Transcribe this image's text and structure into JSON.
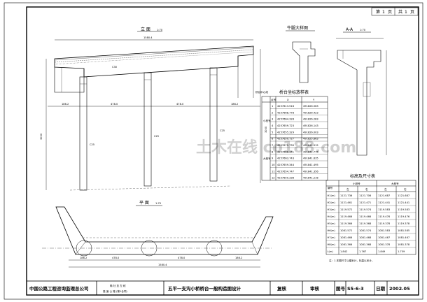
{
  "page_counter": {
    "label_page": "第",
    "page_no": "1",
    "label_page_unit": "页",
    "label_total": "共",
    "total_no": "1",
    "label_total_unit": "页"
  },
  "views": {
    "elevation": {
      "title": "立 面",
      "scale": "1:70",
      "total_length": "1580.4",
      "segment": "478.0",
      "left_end": "186.2",
      "right_end": "186.2",
      "height": "3000",
      "concrete_cap": "C30",
      "concrete_pier": "C25",
      "note_mark": "桥台中心线"
    },
    "abutment_side": {
      "title": "牛腿大样图"
    },
    "section_aa": {
      "title": "A-A",
      "scale": "1:70"
    },
    "plan": {
      "title": "平 面",
      "scale": "1:70",
      "total_length": "1580.4",
      "segment": "478.0",
      "left_end": "186.2",
      "right_end": "186.2"
    }
  },
  "coord_table": {
    "title": "桥台坐标放样表",
    "headers": [
      "点号",
      "X",
      "Y"
    ],
    "group_labels": [
      "小桩号",
      "大桩号"
    ],
    "rows": [
      [
        "1",
        "4257613.516",
        "491826.563"
      ],
      [
        "2",
        "4257668.778",
        "491826.423"
      ],
      [
        "3",
        "4257664.328",
        "491826.283"
      ],
      [
        "4",
        "4257659.723",
        "491826.143"
      ],
      [
        "5",
        "4257655.329",
        "491826.003"
      ],
      [
        "6",
        "4257650.727",
        "491825.863"
      ],
      [
        "7",
        "4257672.739",
        "491841.915"
      ],
      [
        "8",
        "4257668.341",
        "491841.775"
      ],
      [
        "9",
        "4257663.743",
        "491841.635"
      ],
      [
        "10",
        "4257659.344",
        "491841.495"
      ],
      [
        "11",
        "4257654.747",
        "491841.356"
      ],
      [
        "12",
        "4257650.338",
        "491841.216"
      ]
    ]
  },
  "elev_table": {
    "title": "标高及尺寸表",
    "headers": [
      "编号",
      "小桩号",
      "",
      "大桩号",
      ""
    ],
    "sub_headers": [
      "",
      "左",
      "右",
      "左",
      "右"
    ],
    "rows": [
      [
        "H1(m)",
        "1121.736",
        "1121.706",
        "1121.687",
        "1121.687"
      ],
      [
        "H2(m)",
        "1121.461",
        "1121.471",
        "1121.441",
        "1121.441"
      ],
      [
        "H3(m)",
        "1119.572",
        "1119.574",
        "1119.583",
        "1119.583"
      ],
      [
        "H4(m)",
        "1119.466",
        "1119.466",
        "1119.476",
        "1119.476"
      ],
      [
        "H5(m)",
        "1119.366",
        "1119.368",
        "1119.378",
        "1119.378"
      ],
      [
        "H6(m)",
        "1081.572",
        "1081.574",
        "1081.583",
        "1081.585"
      ],
      [
        "H7(m)",
        "1081.466",
        "1081.468",
        "1081.467",
        "1081.467"
      ],
      [
        "H8(m)",
        "1081.366",
        "1081.368",
        "1081.378",
        "1081.378"
      ],
      [
        "L(m)",
        "1.842",
        "1.767",
        "1.849",
        "1.759"
      ]
    ],
    "notes": "注：1.本图尺寸以厘米计，标高以米计。"
  },
  "title_block": {
    "company": "中国公路工程咨询监理总公司",
    "project_line1": "榆 社 至 左 权",
    "project_line2": "高 速 公 路 (第1合同)",
    "drawing_title": "五平一支沟小桥桥台一般构造图设计",
    "label_review": "复核",
    "label_approve": "审核",
    "label_drawing_no": "图号",
    "drawing_no": "S5-6-3",
    "label_date": "日期",
    "date": "2002.05"
  },
  "watermark": "土木在线 co188.com"
}
